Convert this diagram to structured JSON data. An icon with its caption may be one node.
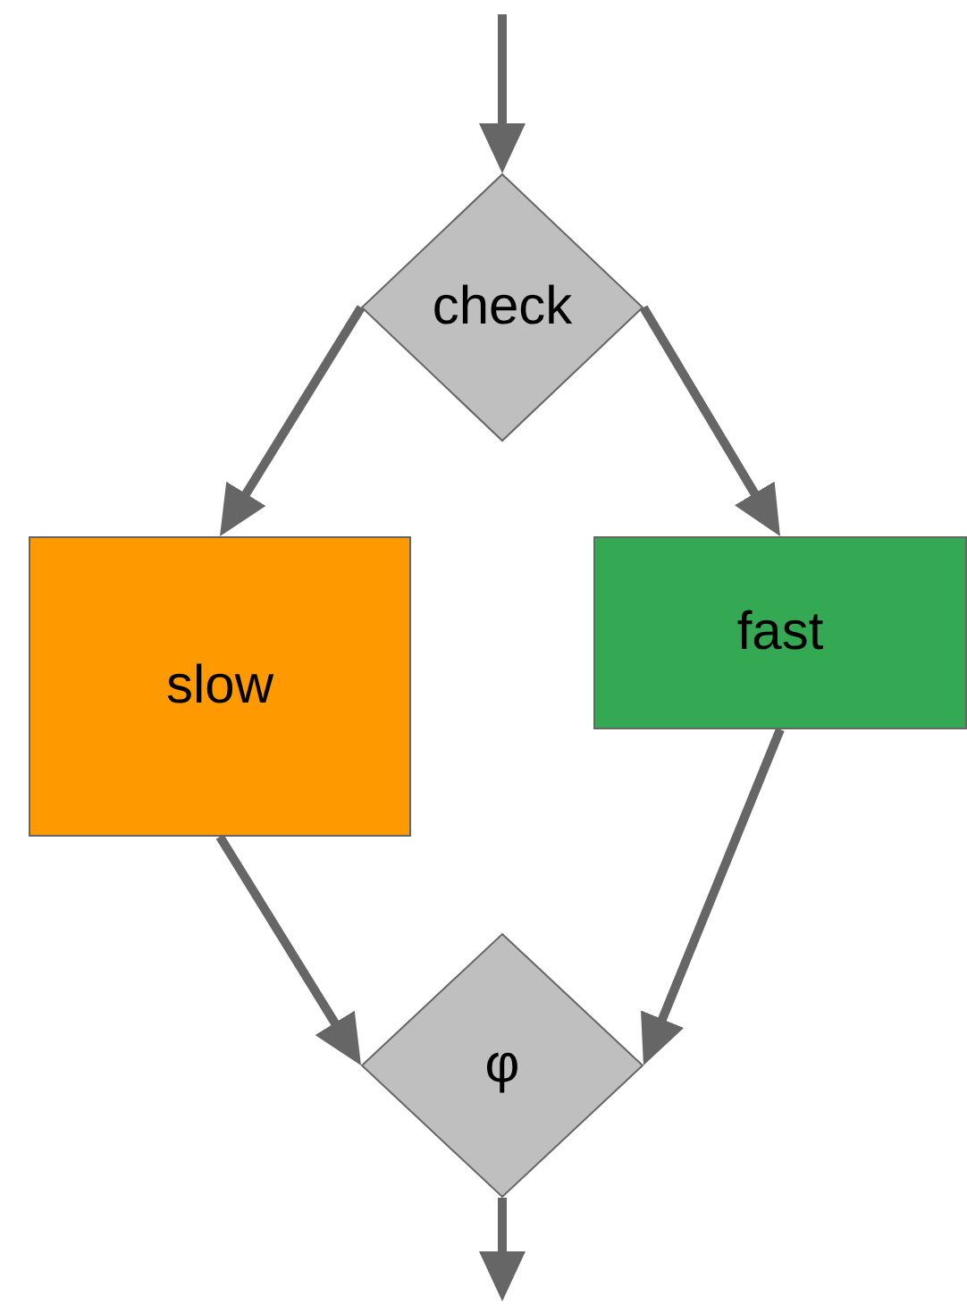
{
  "diagram": {
    "nodes": [
      {
        "text": [
          "check"
        ]
      },
      {
        "text": [
          "slow"
        ]
      },
      {
        "text": [
          "fast"
        ]
      },
      {
        "text": [
          "φ"
        ]
      }
    ],
    "edges": [
      {
        "from": null,
        "to": 0,
        "arrow": "to"
      },
      {
        "from": 0,
        "to": 1,
        "arrow": "to"
      },
      {
        "from": 0,
        "to": 2,
        "arrow": "to"
      },
      {
        "from": 1,
        "to": 3,
        "arrow": "to"
      },
      {
        "from": 2,
        "to": 3,
        "arrow": "to"
      },
      {
        "from": 3,
        "to": null,
        "arrow": "to"
      }
    ]
  }
}
